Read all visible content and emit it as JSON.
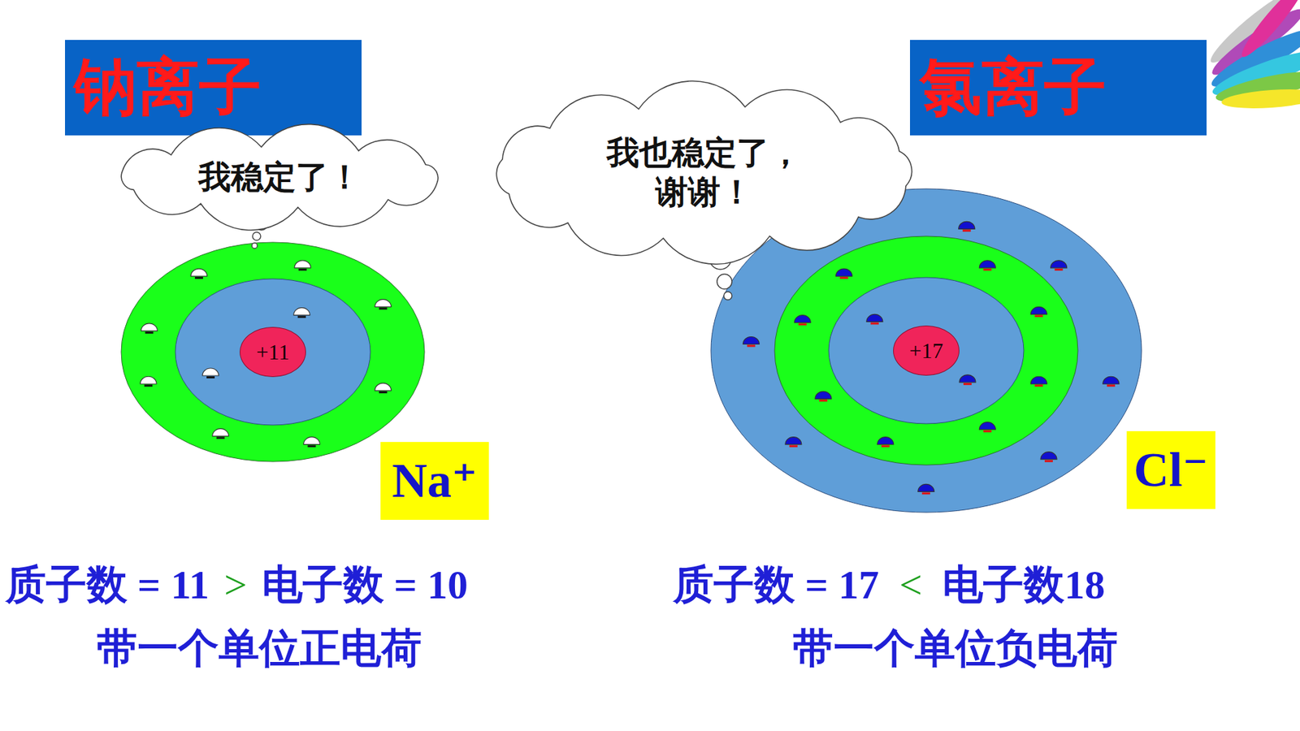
{
  "diagram": {
    "nodes": [
      {
        "text": [
          "钠离子"
        ]
      },
      {
        "text": [
          "氯离子"
        ]
      },
      {
        "text": [
          "我稳定了！"
        ]
      },
      {
        "text": [
          "我也稳定了，谢谢！"
        ]
      },
      {
        "text": [
          "+11"
        ]
      },
      {
        "text": [
          "+17"
        ]
      },
      {
        "text": [
          "Na⁺"
        ]
      },
      {
        "text": [
          "Cl⁻"
        ]
      }
    ],
    "labels": [
      "质子数 = 11",
      ">",
      "电子数 = 10",
      "带一个单位正电荷",
      "质子数 = 17",
      "<",
      "电子数18",
      "带一个单位负电荷"
    ]
  }
}
